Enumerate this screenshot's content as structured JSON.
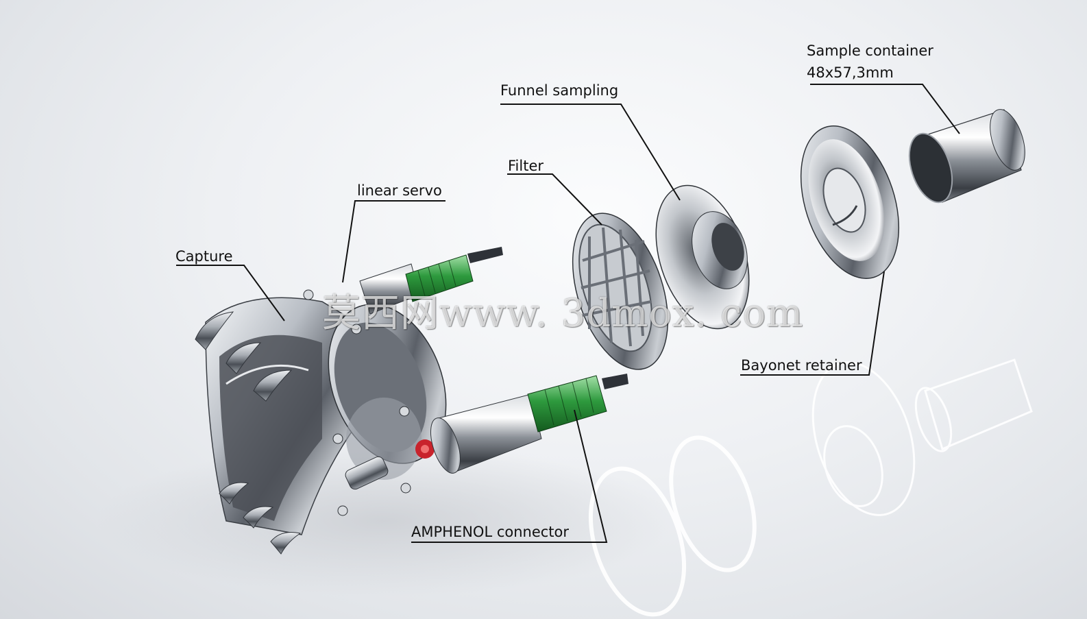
{
  "labels": {
    "sample_container": "Sample container",
    "sample_size": "48x57,3mm",
    "funnel": "Funnel sampling",
    "filter": "Filter",
    "linear_servo": "linear servo",
    "capture": "Capture",
    "bayonet": "Bayonet retainer",
    "amphenol": "AMPHENOL connector"
  },
  "watermark": "莫西网www. 3dmox. com",
  "colors": {
    "metal_light": "#f2f4f6",
    "metal_dark": "#3c4046",
    "connector_green": "#2e9a3e",
    "callout_line": "#111111"
  }
}
